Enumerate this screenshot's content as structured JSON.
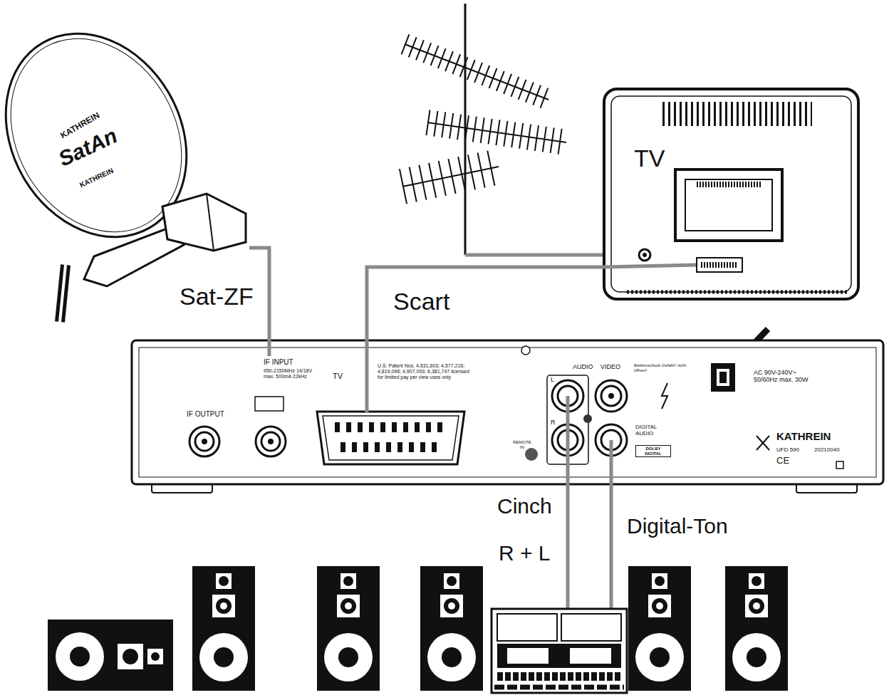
{
  "diagram": {
    "nodes": [
      {
        "text": [
          "KATHREIN",
          "SatAn",
          "KATHREIN"
        ]
      },
      {
        "text": [
          "TV"
        ]
      },
      {
        "text": [
          "IF INPUT",
          "950-2150MHz 14/18V max. 500mA 22kHz",
          "IF OUTPUT",
          "TV",
          "U.S. Patent Nos. 4,631,603; 4,577,216; 4,819,098; 4,907,093; 6,381,747 licensed for limited pay per view uses only",
          "AUDIO",
          "L",
          "R",
          "VIDEO",
          "REMOTE IN",
          "DIGITAL AUDIO",
          "DOLBY DIGITAL",
          "Elektroschock Gefahr! nicht öffnen!",
          "AC 90V-240V~ 50/60Hz max. 30W",
          "KATHREIN",
          "UFD 590",
          "20210040",
          "CE"
        ]
      }
    ],
    "edges": [
      {
        "from": 0,
        "to": 2,
        "label": "Sat-ZF",
        "arrow": "none"
      },
      {
        "from": 2,
        "to": 1,
        "label": "Scart",
        "arrow": "none"
      }
    ],
    "labels": [
      "Cinch",
      "R + L",
      "Digital-Ton"
    ]
  }
}
